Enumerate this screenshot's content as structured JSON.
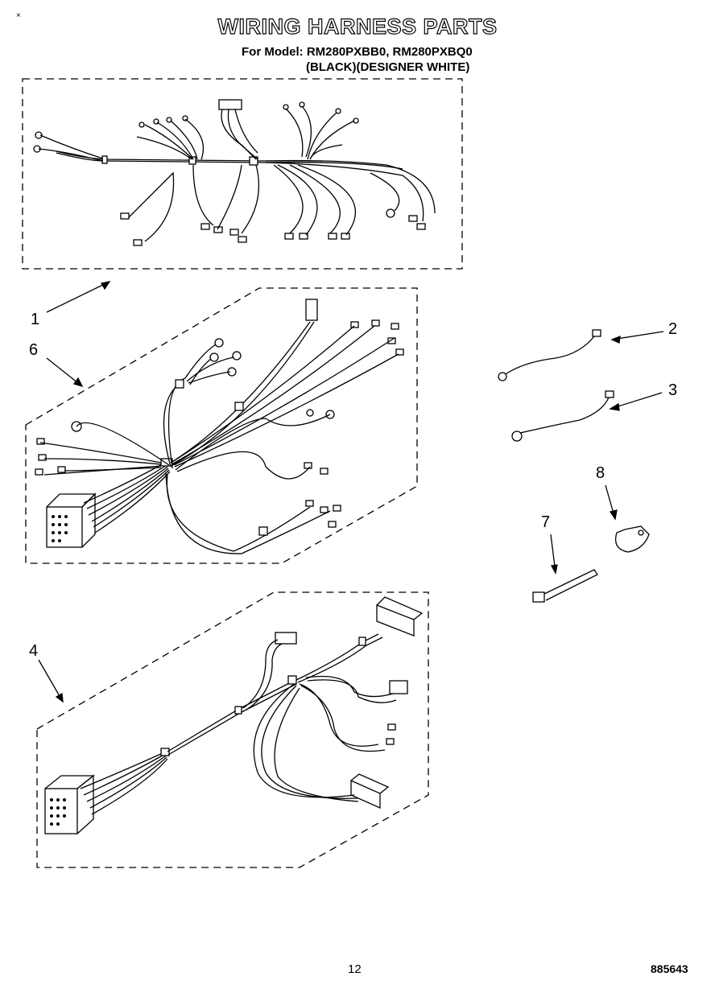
{
  "header": {
    "corner_mark": "×",
    "title": "WIRING HARNESS PARTS",
    "model_line": "For Model: RM280PXBB0, RM280PXBQ0",
    "color_line": "(BLACK)(DESIGNER WHITE)"
  },
  "callouts": {
    "c1": "1",
    "c2": "2",
    "c3": "3",
    "c4": "4",
    "c6": "6",
    "c7": "7",
    "c8": "8"
  },
  "footer": {
    "page_number": "12",
    "document_number": "885643"
  }
}
